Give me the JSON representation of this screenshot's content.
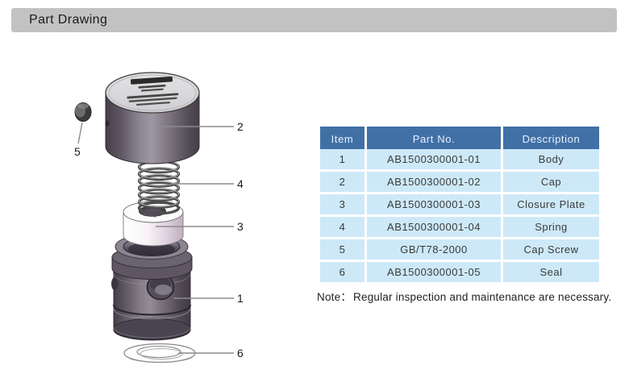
{
  "header": {
    "title": "Part Drawing"
  },
  "diagram": {
    "callouts": [
      "2",
      "5",
      "4",
      "3",
      "1",
      "6"
    ]
  },
  "table": {
    "columns": [
      "Item",
      "Part No.",
      "Description"
    ],
    "rows": [
      {
        "item": "1",
        "part_no": "AB1500300001-01",
        "description": "Body"
      },
      {
        "item": "2",
        "part_no": "AB1500300001-02",
        "description": "Cap"
      },
      {
        "item": "3",
        "part_no": "AB1500300001-03",
        "description": "Closure Plate"
      },
      {
        "item": "4",
        "part_no": "AB1500300001-04",
        "description": "Spring"
      },
      {
        "item": "5",
        "part_no": "GB/T78-2000",
        "description": "Cap Screw"
      },
      {
        "item": "6",
        "part_no": "AB1500300001-05",
        "description": "Seal"
      }
    ]
  },
  "note": {
    "label": "Note：",
    "text": "Regular inspection and maintenance are necessary."
  },
  "colors": {
    "title_bar_bg": "#c2c2c2",
    "table_header_bg": "#4170a6",
    "table_header_text": "#e9f1fb",
    "table_row_bg": "#cde9f8",
    "callout_line": "#8c8c8c"
  }
}
